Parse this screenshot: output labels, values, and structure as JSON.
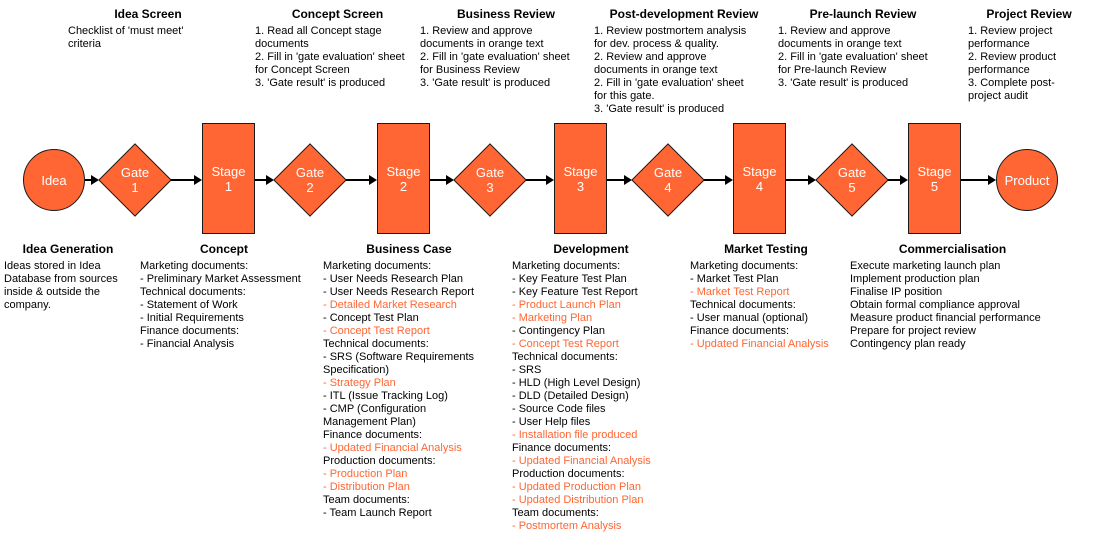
{
  "colors": {
    "shape_fill": "#FF6633",
    "shape_stroke": "#1a1a1a",
    "highlight_text": "#FF6633",
    "body_text": "#000000"
  },
  "gate_headers": [
    {
      "title": "Idea Screen",
      "lines": [
        "Checklist of 'must meet'",
        "criteria"
      ]
    },
    {
      "title": "Concept Screen",
      "lines": [
        "1. Read all Concept stage",
        "documents",
        "2. Fill in 'gate evaluation' sheet",
        "for Concept Screen",
        "3. 'Gate result' is produced"
      ]
    },
    {
      "title": "Business Review",
      "lines": [
        "1. Review and approve",
        "documents in orange text",
        "2. Fill in 'gate evaluation' sheet",
        "for Business Review",
        "3. 'Gate result' is produced"
      ]
    },
    {
      "title": "Post-development Review",
      "lines": [
        "1. Review postmortem analysis",
        "for dev. process & quality.",
        "2. Review and approve",
        "documents in orange text",
        "2. Fill in 'gate evaluation' sheet",
        "for this gate.",
        "3. 'Gate result' is produced"
      ]
    },
    {
      "title": "Pre-launch Review",
      "lines": [
        "1. Review and approve",
        "documents in orange text",
        "2. Fill in 'gate evaluation' sheet",
        "for Pre-launch Review",
        "3. 'Gate result' is produced"
      ]
    },
    {
      "title": "Project Review",
      "lines": [
        "1. Review project",
        "performance",
        "2. Review product",
        "performance",
        "3. Complete post-",
        "project audit"
      ]
    }
  ],
  "flow": {
    "shapes": [
      {
        "type": "circle",
        "label": "Idea"
      },
      {
        "type": "diamond",
        "label": "Gate 1"
      },
      {
        "type": "stage",
        "label": "Stage 1"
      },
      {
        "type": "diamond",
        "label": "Gate 2"
      },
      {
        "type": "stage",
        "label": "Stage 2"
      },
      {
        "type": "diamond",
        "label": "Gate 3"
      },
      {
        "type": "stage",
        "label": "Stage 3"
      },
      {
        "type": "diamond",
        "label": "Gate 4"
      },
      {
        "type": "stage",
        "label": "Stage 4"
      },
      {
        "type": "diamond",
        "label": "Gate 5"
      },
      {
        "type": "stage",
        "label": "Stage 5"
      },
      {
        "type": "circle",
        "label": "Product"
      }
    ]
  },
  "stage_sections": [
    {
      "title": "Idea Generation",
      "lines": [
        "Ideas stored in Idea",
        "Database from sources",
        "inside & outside the",
        "company."
      ]
    },
    {
      "title": "Concept",
      "lines": [
        "Marketing documents:",
        "- Preliminary Market Assessment",
        "Technical documents:",
        "- Statement of Work",
        "- Initial Requirements",
        "Finance documents:",
        "- Financial Analysis"
      ]
    },
    {
      "title": "Business Case",
      "lines": [
        "Marketing documents:",
        "- User Needs Research Plan",
        "- User Needs Research Report",
        {
          "text": "- Detailed Market Research",
          "highlight": true
        },
        "- Concept Test Plan",
        {
          "text": "- Concept Test Report",
          "highlight": true
        },
        "Technical documents:",
        "- SRS (Software Requirements",
        "Specification)",
        {
          "text": "- Strategy Plan",
          "highlight": true
        },
        "- ITL (Issue Tracking Log)",
        "- CMP (Configuration",
        "Management Plan)",
        "Finance documents:",
        {
          "text": "- Updated Financial Analysis",
          "highlight": true
        },
        "Production documents:",
        {
          "text": "- Production Plan",
          "highlight": true
        },
        {
          "text": "- Distribution Plan",
          "highlight": true
        },
        "Team documents:",
        "- Team Launch Report"
      ]
    },
    {
      "title": "Development",
      "lines": [
        "Marketing documents:",
        "- Key Feature Test Plan",
        "- Key Feature Test Report",
        {
          "text": "- Product Launch Plan",
          "highlight": true
        },
        {
          "text": "- Marketing Plan",
          "highlight": true
        },
        "- Contingency Plan",
        {
          "text": "- Concept Test Report",
          "highlight": true
        },
        "Technical documents:",
        "- SRS",
        "- HLD (High Level Design)",
        "- DLD (Detailed Design)",
        "- Source Code files",
        "- User Help files",
        {
          "text": "- Installation file produced",
          "highlight": true
        },
        "Finance documents:",
        {
          "text": "- Updated Financial Analysis",
          "highlight": true
        },
        "Production documents:",
        {
          "text": "- Updated Production Plan",
          "highlight": true
        },
        {
          "text": "- Updated Distribution Plan",
          "highlight": true
        },
        "Team documents:",
        {
          "text": "- Postmortem Analysis",
          "highlight": true
        }
      ]
    },
    {
      "title": "Market Testing",
      "lines": [
        "Marketing documents:",
        "- Market Test Plan",
        {
          "text": "- Market Test Report",
          "highlight": true
        },
        "Technical documents:",
        "- User manual (optional)",
        "Finance documents:",
        {
          "text": "- Updated Financial Analysis",
          "highlight": true
        }
      ]
    },
    {
      "title": "Commercialisation",
      "lines": [
        "Execute marketing launch plan",
        "Implement production plan",
        "Finalise IP position",
        "Obtain formal compliance approval",
        "Measure product financial performance",
        "Prepare for project review",
        "Contingency plan ready"
      ]
    }
  ]
}
